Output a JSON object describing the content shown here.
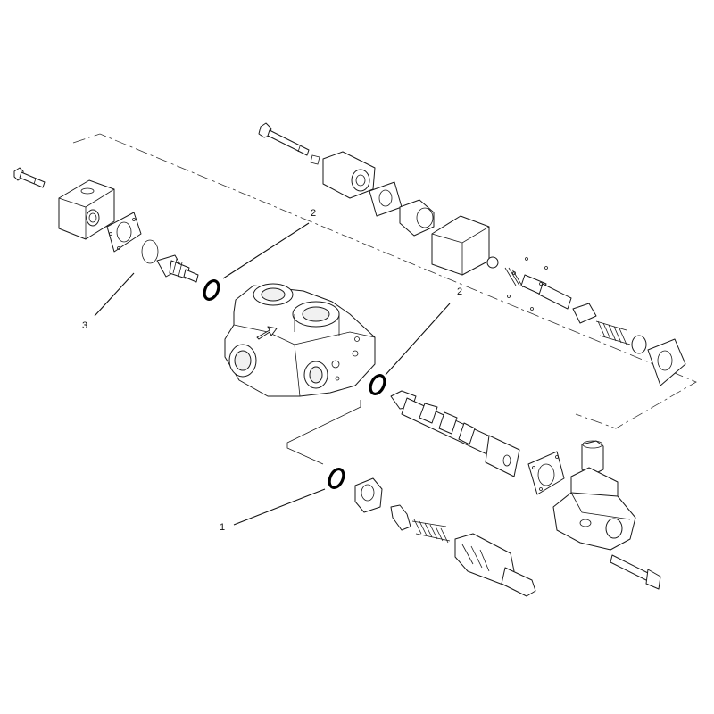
{
  "diagram": {
    "callouts": [
      {
        "id": "callout-1",
        "label": "1"
      },
      {
        "id": "callout-2-upper",
        "label": "2"
      },
      {
        "id": "callout-2-lower",
        "label": "2"
      },
      {
        "id": "callout-3",
        "label": "3"
      }
    ],
    "colors": {
      "line": "#1a1a1a",
      "highlight": "#000000",
      "background": "#ffffff"
    }
  }
}
